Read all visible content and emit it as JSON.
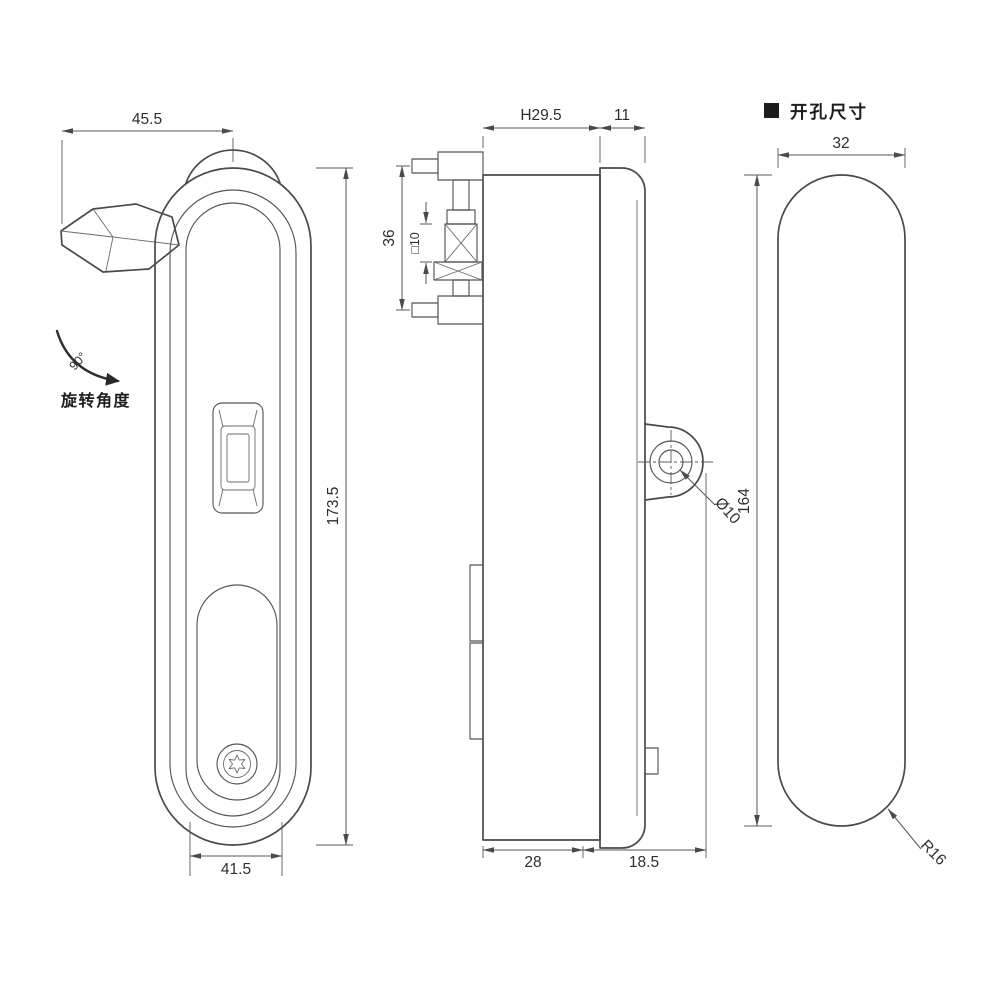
{
  "views": {
    "front": {
      "dims": {
        "top_width": "45.5",
        "height": "173.5",
        "bottom_width": "41.5"
      },
      "rotation": {
        "angle": "90°",
        "label": "旋转角度"
      }
    },
    "side": {
      "dims": {
        "depth_h": "H29.5",
        "face_width": "11",
        "rod_span": "36",
        "square": "□10",
        "hole": "Ø10",
        "body_bottom": "28",
        "latch_bottom": "18.5"
      }
    },
    "cutout": {
      "heading": "开孔尺寸",
      "dims": {
        "width": "32",
        "height": "164",
        "corner_radius": "R16"
      }
    }
  }
}
